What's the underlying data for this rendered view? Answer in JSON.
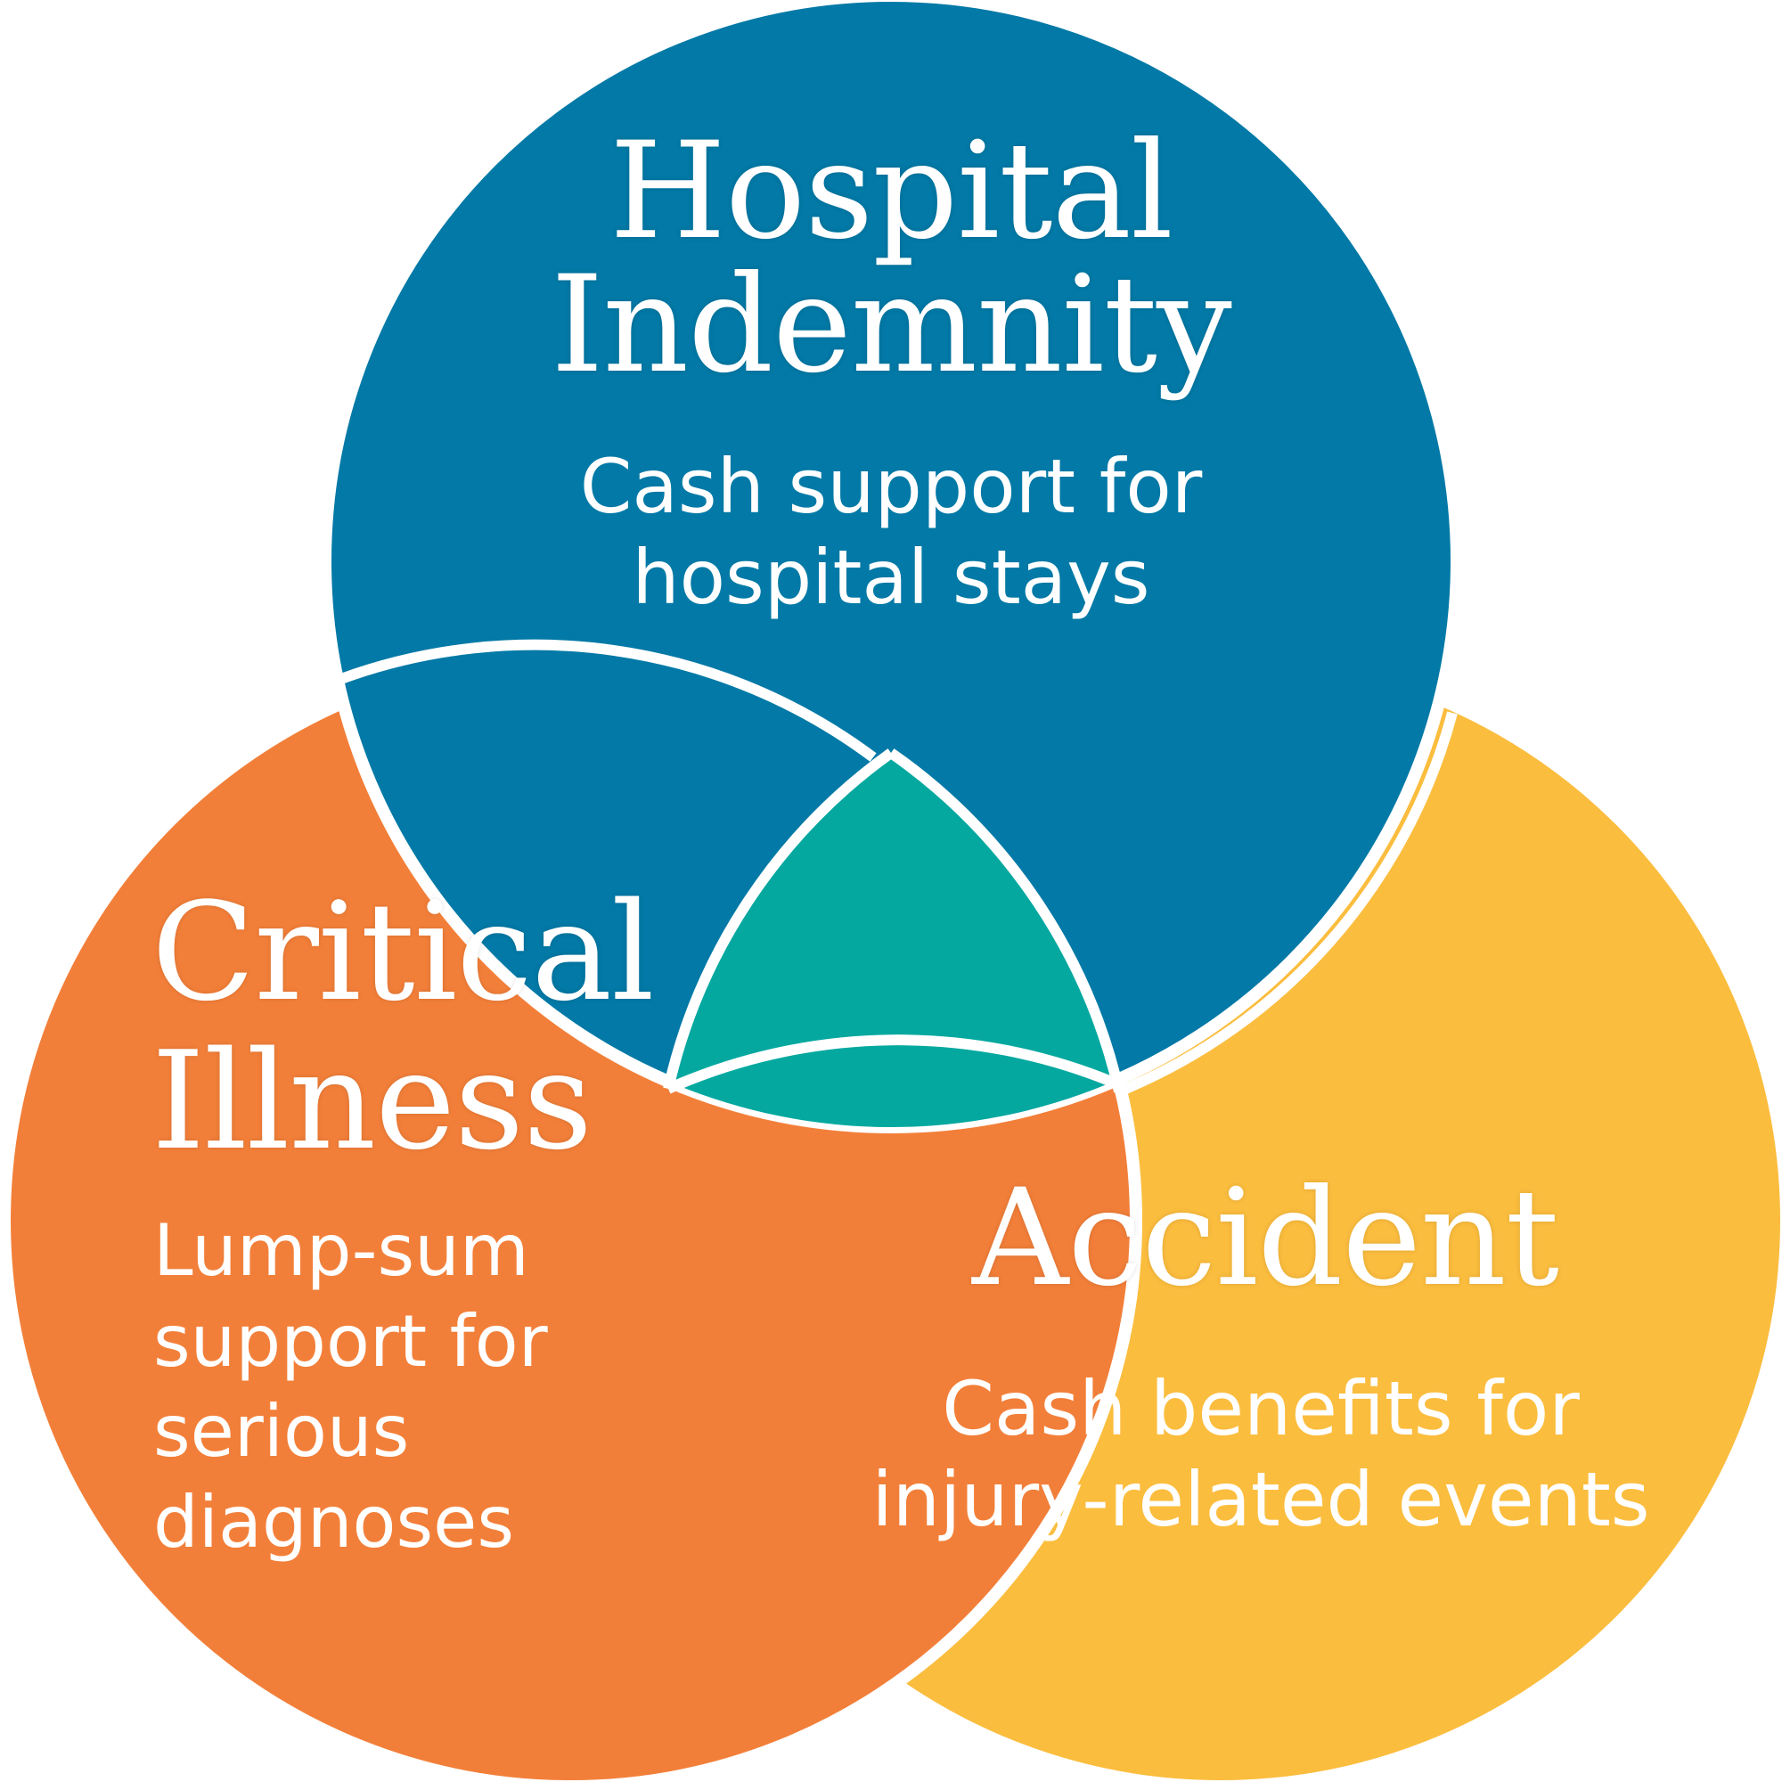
{
  "colors": {
    "hospital": "#0279A6",
    "critical": "#F27F39",
    "accident": "#FBBD3E",
    "overlap_center": "#04A89F",
    "stroke": "#FFFFFF"
  },
  "circles": {
    "hospital": {
      "title_lines": [
        "Hospital",
        "Indemnity"
      ],
      "desc_lines": [
        "Cash support for",
        "hospital stays"
      ]
    },
    "critical": {
      "title_lines": [
        "Critical",
        "Illness"
      ],
      "desc_lines": [
        "Lump-sum",
        "support for",
        "serious",
        "diagnoses"
      ]
    },
    "accident": {
      "title_lines": [
        "Accident"
      ],
      "desc_lines": [
        "Cash benefits for",
        "injury-related events"
      ]
    }
  }
}
